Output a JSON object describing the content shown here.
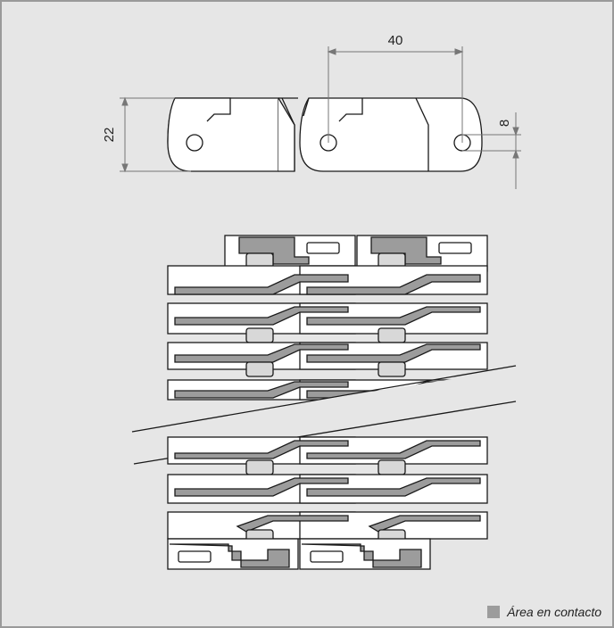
{
  "dimensions": {
    "pitch": "40",
    "height": "22",
    "pin_diameter": "8"
  },
  "legend": {
    "label": "Área en contacto",
    "swatch_color": "#9c9c9c"
  },
  "colors": {
    "background": "#e6e6e6",
    "part_fill": "#ffffff",
    "contact_fill": "#9c9c9c",
    "outline": "#1a1a1a",
    "dimension_line": "#777777"
  }
}
